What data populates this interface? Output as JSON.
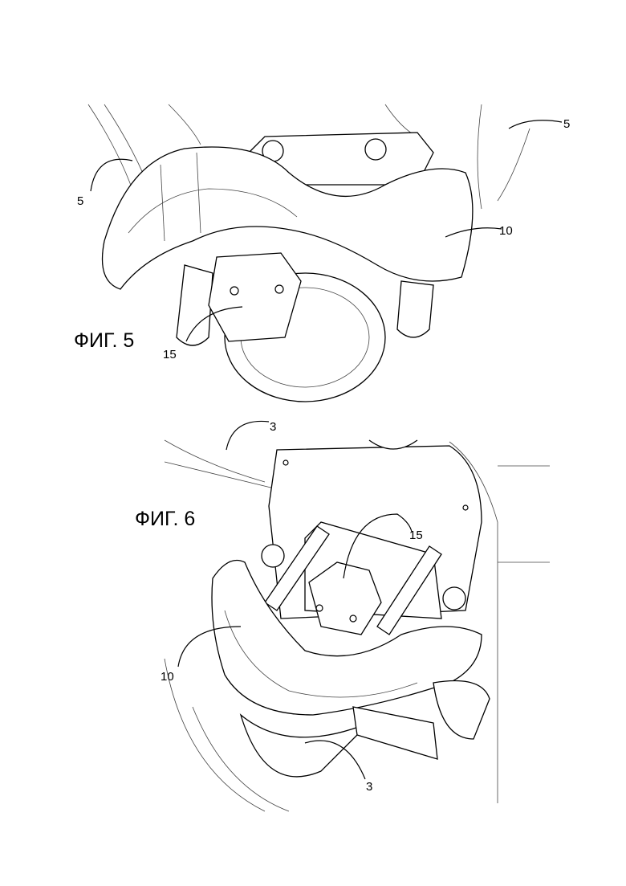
{
  "figures": [
    {
      "caption": "ФИГ. 5",
      "labels": [
        "5",
        "5",
        "10",
        "15"
      ]
    },
    {
      "caption": "ФИГ. 6",
      "labels": [
        "3",
        "15",
        "10",
        "3"
      ]
    }
  ]
}
